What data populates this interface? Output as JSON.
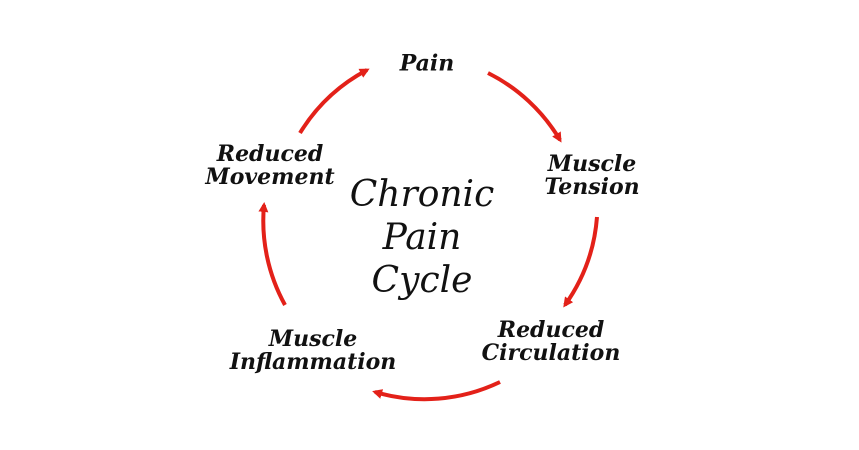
{
  "center": {
    "lines": [
      "Chronic",
      "Pain",
      "Cycle"
    ]
  },
  "nodes": [
    {
      "id": "pain",
      "lines": [
        "Pain"
      ]
    },
    {
      "id": "muscle-tension",
      "lines": [
        "Muscle",
        "Tension"
      ]
    },
    {
      "id": "reduced-circulation",
      "lines": [
        "Reduced",
        "Circulation"
      ]
    },
    {
      "id": "muscle-inflammation",
      "lines": [
        "Muscle",
        "Inflammation"
      ]
    },
    {
      "id": "reduced-movement",
      "lines": [
        "Reduced",
        "Movement"
      ]
    }
  ],
  "colors": {
    "arrow": "#e32119",
    "text": "#111111",
    "background": "#ffffff"
  }
}
